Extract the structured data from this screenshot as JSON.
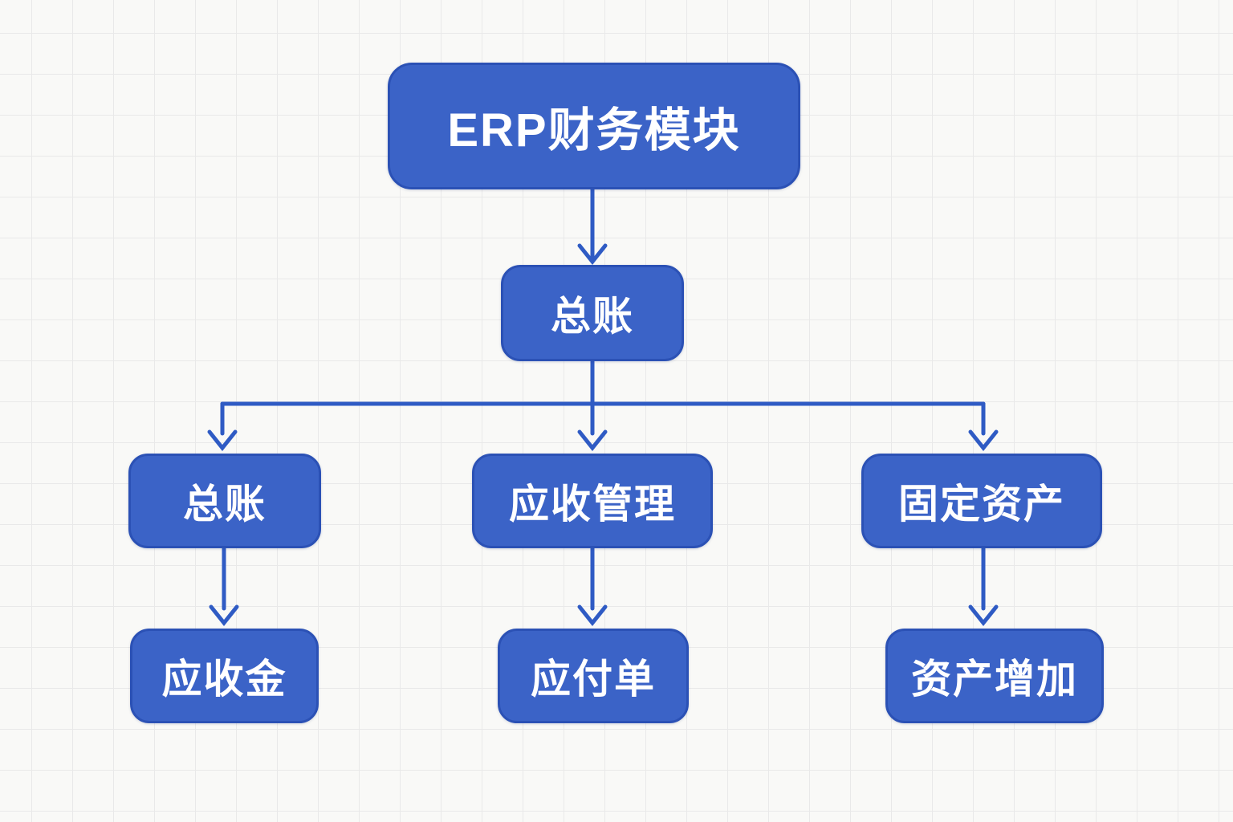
{
  "diagram": {
    "type": "flowchart",
    "orientation": "top-down",
    "background": {
      "style": "grid-paper",
      "paper_color": "#f9f9f7",
      "grid_line_color": "#e9e9e9"
    },
    "colors": {
      "node_fill": "#3b63c7",
      "node_border": "#2b51b5",
      "arrow": "#2f5bc4",
      "node_text": "#ffffff"
    },
    "nodes": {
      "root": {
        "label": "ERP财务模块",
        "level": 1
      },
      "l2_general_ledger": {
        "label": "总账",
        "level": 2
      },
      "l3_general_ledger": {
        "label": "总账",
        "level": 3
      },
      "l3_receivables_mgmt": {
        "label": "应收管理",
        "level": 3
      },
      "l3_fixed_assets": {
        "label": "固定资产",
        "level": 3
      },
      "l4_receivable_amount": {
        "label": "应收金",
        "level": 4
      },
      "l4_payable_doc": {
        "label": "应付单",
        "level": 4
      },
      "l4_asset_addition": {
        "label": "资产增加",
        "level": 4
      }
    },
    "edges": [
      {
        "from": "root",
        "to": "l2_general_ledger",
        "arrow": "down-chevron"
      },
      {
        "from": "l2_general_ledger",
        "to": "l3_general_ledger",
        "arrow": "down-chevron"
      },
      {
        "from": "l2_general_ledger",
        "to": "l3_receivables_mgmt",
        "arrow": "down-chevron"
      },
      {
        "from": "l2_general_ledger",
        "to": "l3_fixed_assets",
        "arrow": "down-chevron"
      },
      {
        "from": "l3_general_ledger",
        "to": "l4_receivable_amount",
        "arrow": "down-chevron"
      },
      {
        "from": "l3_receivables_mgmt",
        "to": "l4_payable_doc",
        "arrow": "down-chevron"
      },
      {
        "from": "l3_fixed_assets",
        "to": "l4_asset_addition",
        "arrow": "down-chevron"
      }
    ]
  }
}
